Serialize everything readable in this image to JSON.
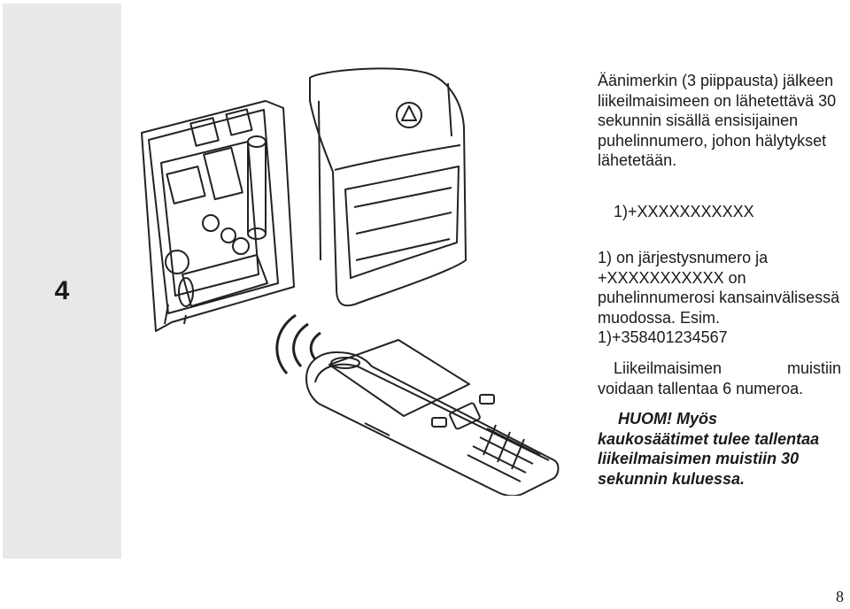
{
  "step": {
    "number": "4"
  },
  "intro": {
    "text": "Äänimerkin (3 piippausta) jälkeen liikeilmaisimeen on lähetettävä 30 sekunnin sisällä ensisijainen puhelinnumero, johon hälytykset lähetetään."
  },
  "code": {
    "text": "1)+XXXXXXXXXXX"
  },
  "description": {
    "text": "1) on järjestysnumero ja +XXXXXXXXXXX on puhelinnumerosi kansainvälisessä muodossa. Esim. 1)+358401234567"
  },
  "memory": {
    "line1_a": "Liikeilmaisimen",
    "line1_b": "muistiin",
    "line2": "voidaan tallentaa 6 numeroa."
  },
  "note": {
    "heading": "HUOM! Myös",
    "body": "kaukosäätimet tulee tallentaa liikeilmaisimen muistiin 30 sekunnin kuluessa."
  },
  "page": {
    "number": "8"
  }
}
